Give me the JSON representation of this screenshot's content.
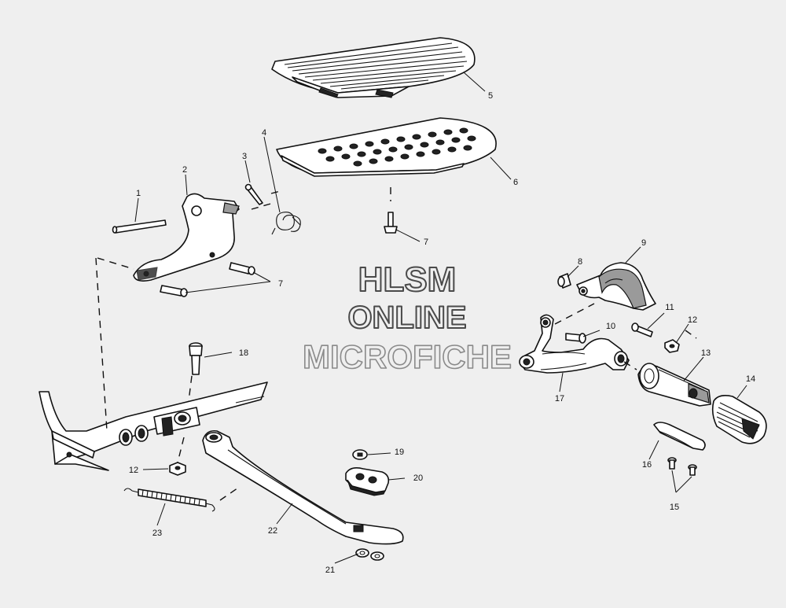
{
  "watermark": {
    "line1": "HLSM",
    "line2": "ONLINE",
    "line3": "MICROFICHE"
  },
  "callouts": [
    {
      "id": "c1",
      "label": "1"
    },
    {
      "id": "c2",
      "label": "2"
    },
    {
      "id": "c3",
      "label": "3"
    },
    {
      "id": "c4",
      "label": "4"
    },
    {
      "id": "c5",
      "label": "5"
    },
    {
      "id": "c6",
      "label": "6"
    },
    {
      "id": "c7a",
      "label": "7"
    },
    {
      "id": "c7b",
      "label": "7"
    },
    {
      "id": "c8",
      "label": "8"
    },
    {
      "id": "c9",
      "label": "9"
    },
    {
      "id": "c10",
      "label": "10"
    },
    {
      "id": "c11",
      "label": "11"
    },
    {
      "id": "c12a",
      "label": "12"
    },
    {
      "id": "c12b",
      "label": "12"
    },
    {
      "id": "c13",
      "label": "13"
    },
    {
      "id": "c14",
      "label": "14"
    },
    {
      "id": "c15",
      "label": "15"
    },
    {
      "id": "c16",
      "label": "16"
    },
    {
      "id": "c17",
      "label": "17"
    },
    {
      "id": "c18",
      "label": "18"
    },
    {
      "id": "c19",
      "label": "19"
    },
    {
      "id": "c20",
      "label": "20"
    },
    {
      "id": "c21",
      "label": "21"
    },
    {
      "id": "c22",
      "label": "22"
    },
    {
      "id": "c23",
      "label": "23"
    }
  ],
  "colors": {
    "background": "#efefef",
    "line": "#111111",
    "watermark_fill": "#efefef",
    "watermark_stroke": "#4a4a4a"
  }
}
